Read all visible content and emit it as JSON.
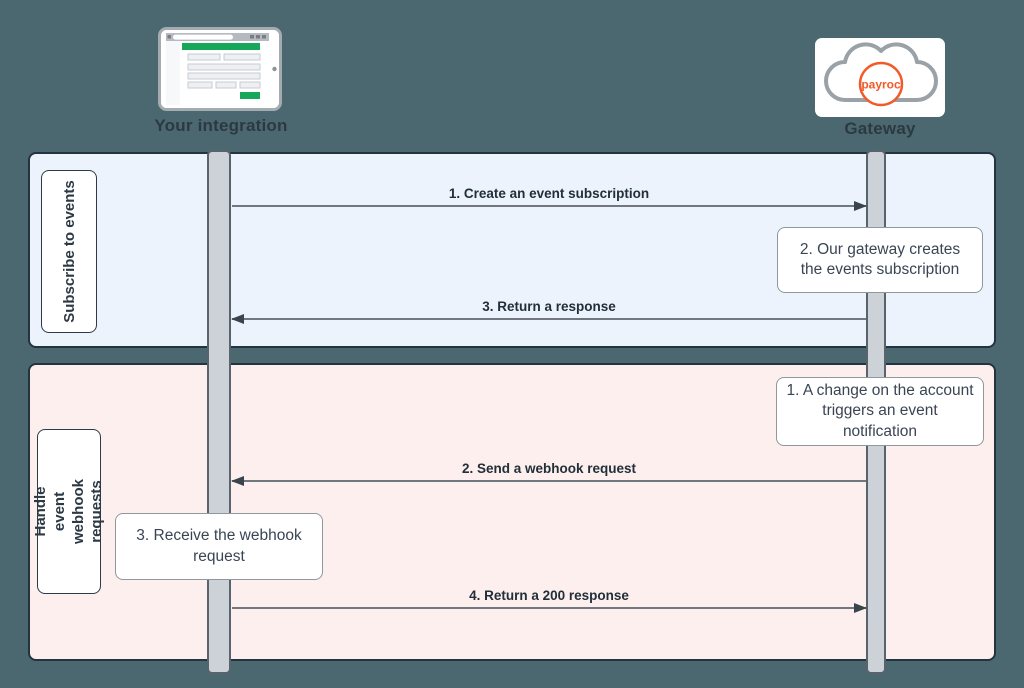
{
  "diagram": {
    "type": "sequence-diagram",
    "actors": {
      "integration": {
        "label": "Your integration",
        "icon": "browser-form-icon"
      },
      "gateway": {
        "label": "Gateway",
        "icon": "payroc-cloud-icon",
        "logo_text": "payroc"
      }
    },
    "frames": [
      {
        "label": "Subscribe to events",
        "tint": "#ecf3fd",
        "steps": [
          {
            "kind": "message",
            "from": "integration",
            "to": "gateway",
            "label": "1. Create an event subscription"
          },
          {
            "kind": "note",
            "over": "gateway",
            "label": "2. Our gateway creates the events subscription"
          },
          {
            "kind": "message",
            "from": "gateway",
            "to": "integration",
            "label": "3. Return a response"
          }
        ]
      },
      {
        "label": "Handle event webhook requests",
        "tint": "#fdefed",
        "steps": [
          {
            "kind": "note",
            "over": "gateway",
            "label": "1. A change on the account triggers an event notification"
          },
          {
            "kind": "message",
            "from": "gateway",
            "to": "integration",
            "label": "2. Send a webhook request"
          },
          {
            "kind": "note",
            "over": "integration",
            "label": "3. Receive the webhook request"
          },
          {
            "kind": "message",
            "from": "integration",
            "to": "gateway",
            "label": "4. Return a 200 response"
          }
        ]
      }
    ],
    "colors": {
      "background": "#4b6871",
      "frame_blue": "#ecf3fd",
      "frame_pink": "#fdefed",
      "frame_border": "#243340",
      "lifeline_fill": "#ccd2d8",
      "lifeline_border": "#59636b",
      "arrow_line": "#70777e",
      "arrowhead": "#39444c",
      "label_text": "#2c3941",
      "note_border": "#90979d",
      "accent_green": "#17a75a",
      "payroc_orange": "#f15b2a"
    }
  }
}
